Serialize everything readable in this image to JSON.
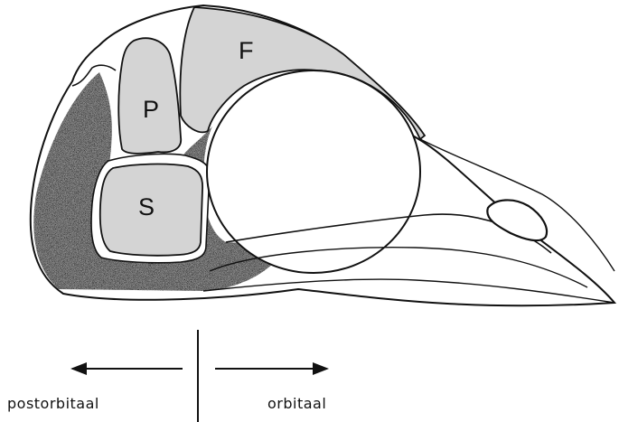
{
  "labels": {
    "frontal": "F",
    "parietal": "P",
    "squamosal": "S",
    "left_direction": "postorbitaal",
    "right_direction": "orbitaal"
  },
  "colors": {
    "ink": "#111111",
    "bone_fill": "#d4d4d4",
    "stipple": "#6f6f6f",
    "paper": "#ffffff"
  }
}
